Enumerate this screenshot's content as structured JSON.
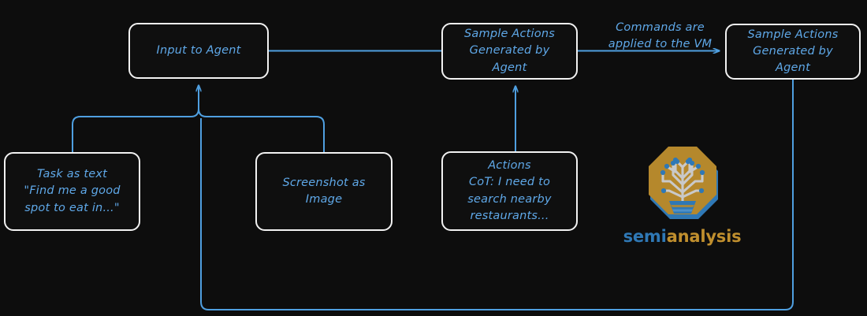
{
  "diagram": {
    "type": "flowchart",
    "background_color": "#0d0d0d",
    "node_border_color": "#f2f2f2",
    "edge_color": "#4f9fe0",
    "text_color": "#5fa8e8",
    "nodes": [
      {
        "id": "input-to-agent",
        "label": "Input to Agent"
      },
      {
        "id": "sample-actions-generated",
        "label": "Sample Actions\nGenerated by\nAgent"
      },
      {
        "id": "sample-actions-applied",
        "label": "Sample Actions\nGenerated by\nAgent"
      },
      {
        "id": "task-as-text",
        "label": "Task as text\n\"Find me a good\nspot to eat in...\""
      },
      {
        "id": "screenshot-as-image",
        "label": "Screenshot as\nImage"
      },
      {
        "id": "actions-cot",
        "label": "Actions\nCoT: I need to\nsearch nearby\nrestaurants..."
      }
    ],
    "edge_labels": [
      {
        "id": "commands-applied",
        "label": "Commands are\napplied to the VM"
      }
    ]
  },
  "logo": {
    "name": "semianalysis-logo",
    "word_part_one": "semi",
    "word_part_two": "analysis",
    "octagon_fill": "#b5882c",
    "octagon_shadow": "#2f78b5",
    "circuit_color": "#c9c9c9",
    "node_dot_color": "#2f78b5"
  }
}
